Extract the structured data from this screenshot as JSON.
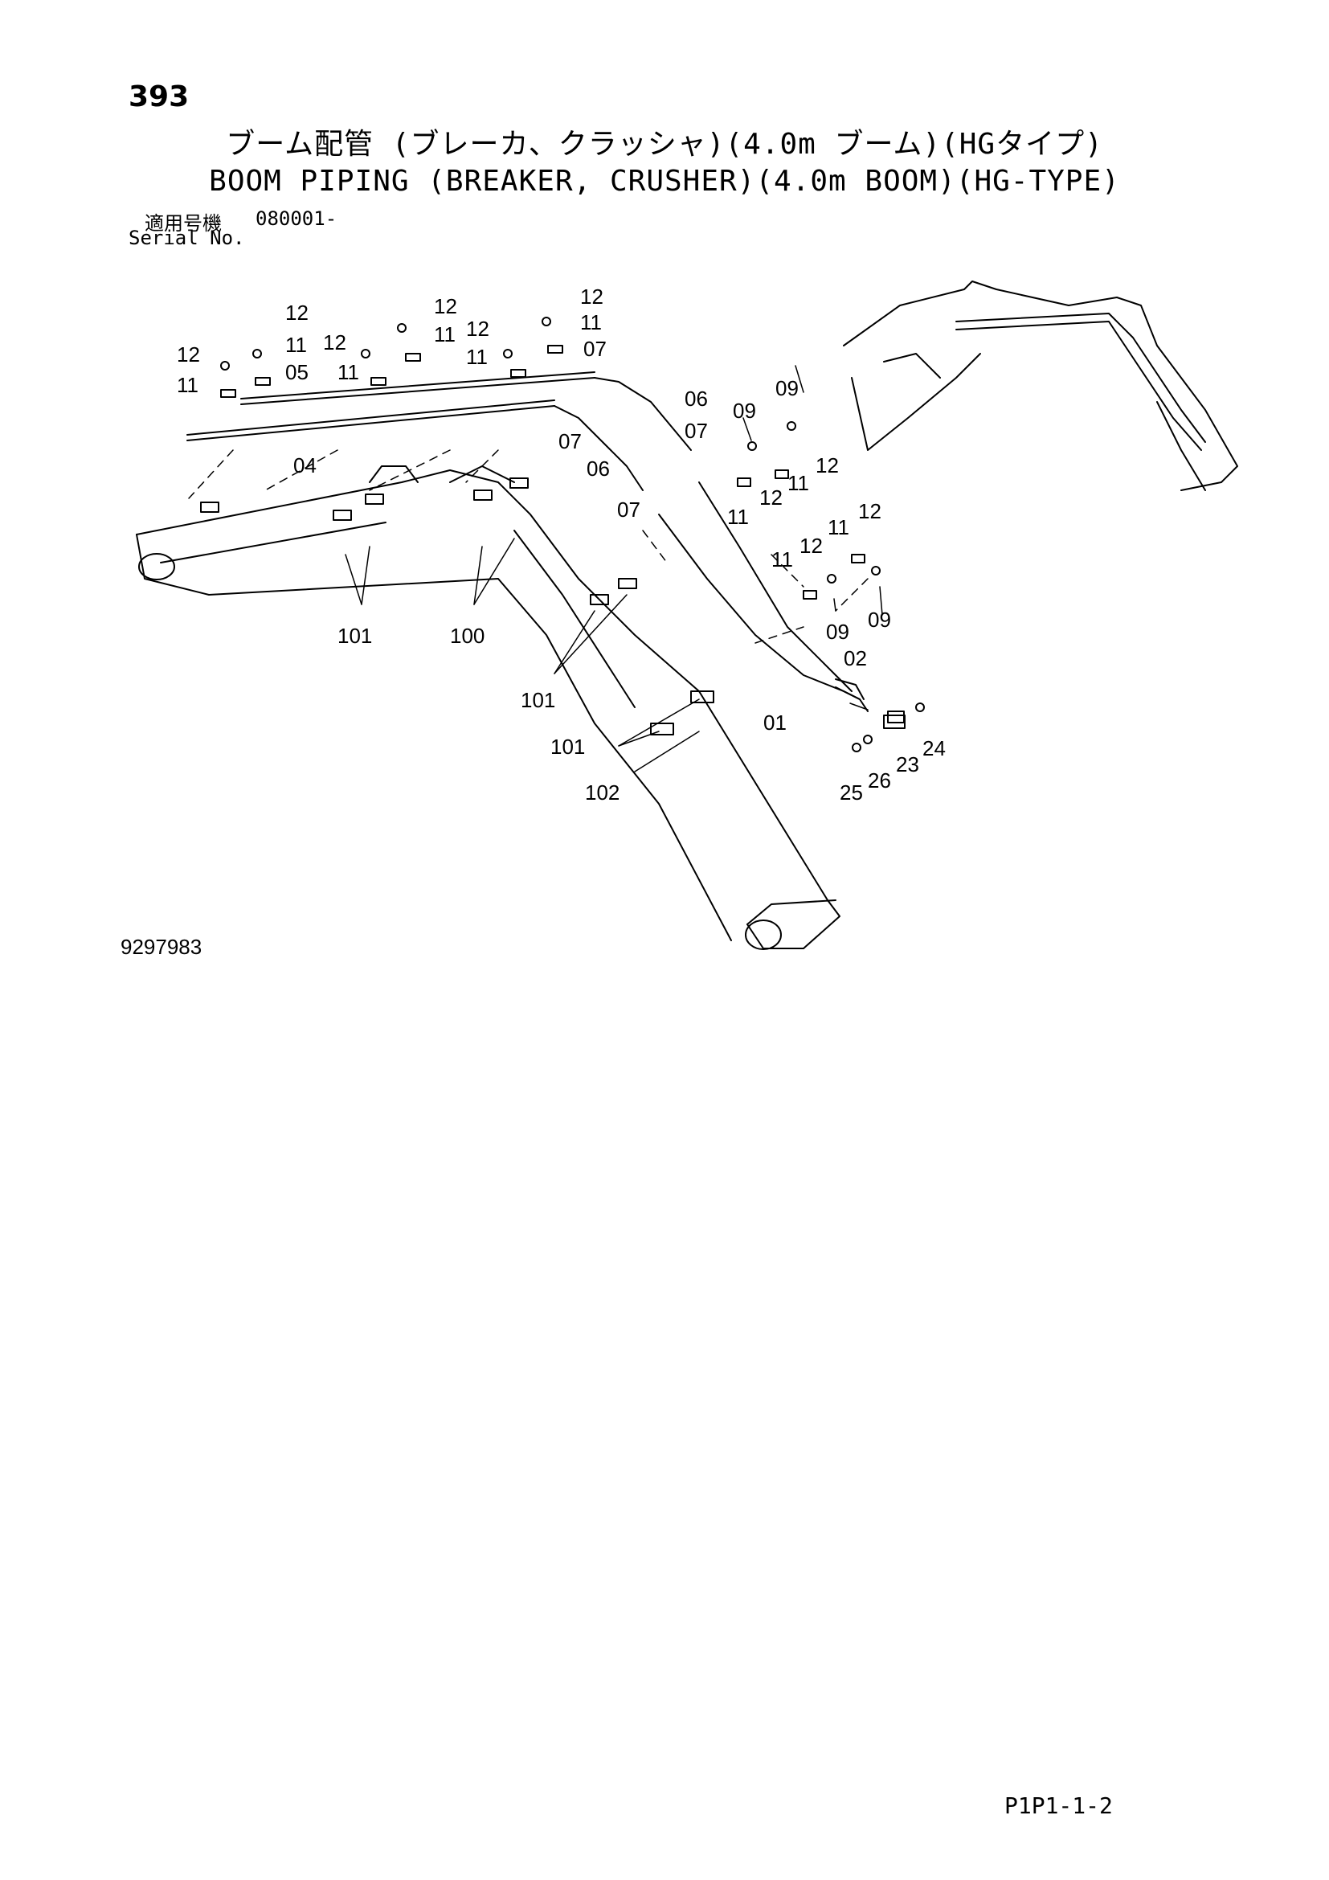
{
  "page_number": "393",
  "title_jp": "ブーム配管 (ブレーカ、クラッシャ)(4.0m ブーム)(HGタイプ)",
  "title_en": "BOOM PIPING (BREAKER, CRUSHER)(4.0m BOOM)(HG-TYPE)",
  "serial_label_jp": "適用号機",
  "serial_value": "080001-",
  "serial_label_en": "Serial No.",
  "drawing_number": "9297983",
  "page_code": "P1P1-1-2",
  "callouts": {
    "c01": "01",
    "c02": "02",
    "c04": "04",
    "c05": "05",
    "c06a": "06",
    "c06b": "06",
    "c07a": "07",
    "c07b": "07",
    "c07c": "07",
    "c07d": "07",
    "c09a": "09",
    "c09b": "09",
    "c09c": "09",
    "c09d": "09",
    "c11a": "11",
    "c11b": "11",
    "c11c": "11",
    "c11d": "11",
    "c11e": "11",
    "c11f": "11",
    "c11g": "11",
    "c11h": "11",
    "c11i": "11",
    "c11j": "11",
    "c12a": "12",
    "c12b": "12",
    "c12c": "12",
    "c12d": "12",
    "c12e": "12",
    "c12f": "12",
    "c12g": "12",
    "c12h": "12",
    "c12i": "12",
    "c12j": "12",
    "c23": "23",
    "c24": "24",
    "c25": "25",
    "c26": "26",
    "c100": "100",
    "c101a": "101",
    "c101b": "101",
    "c101c": "101",
    "c102": "102"
  }
}
